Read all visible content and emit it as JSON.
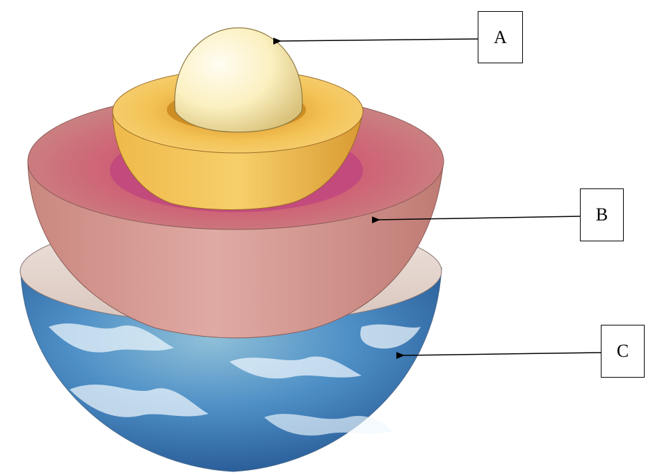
{
  "labels": {
    "a": "A",
    "b": "B",
    "c": "C"
  },
  "colors": {
    "inner_core": "#fbf3c8",
    "outer_core": "#f0c04d",
    "mantle": "#d89a94",
    "crust_ocean": "#3f83c4",
    "arrow": "#000000"
  }
}
